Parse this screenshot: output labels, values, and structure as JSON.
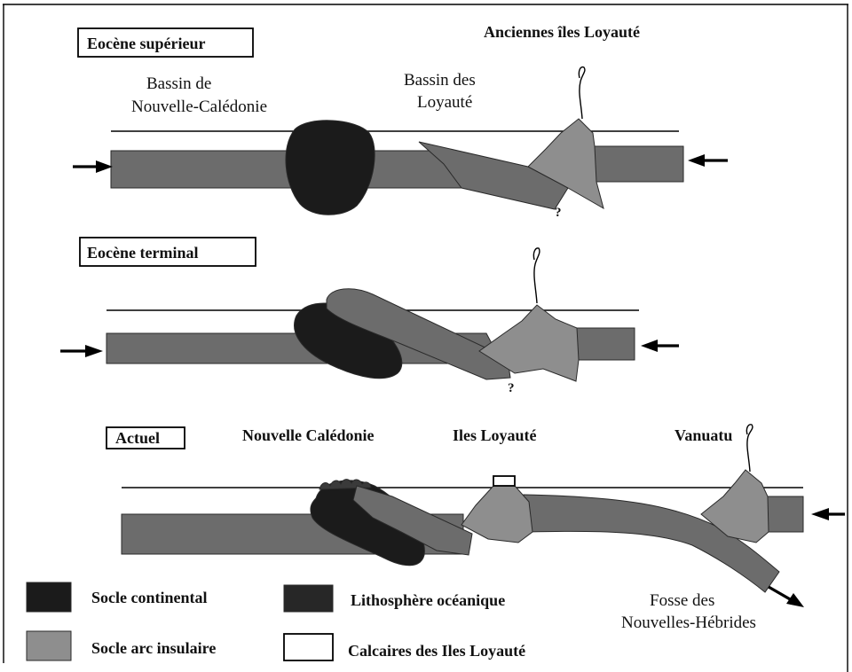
{
  "colors": {
    "continental_basement": "#1b1b1b",
    "oceanic_lithosphere": "#6c6c6c",
    "island_arc_basement": "#8e8e8e",
    "loyalty_limestone": "#ffffff",
    "oceanic_legend_swatch": "#272727",
    "crust_rim": "#3a3a3a"
  },
  "panels": {
    "eocene_superieur": {
      "title": "Eocène supérieur",
      "arc_label": "Anciennes îles Loyauté",
      "nc_basin_line1": "Bassin de",
      "nc_basin_line2": "Nouvelle-Calédonie",
      "loyalty_basin_line1": "Bassin des",
      "loyalty_basin_line2": "Loyauté",
      "uncertain_mark": "?"
    },
    "eocene_terminal": {
      "title": "Eocène terminal",
      "uncertain_mark": "?"
    },
    "actuel": {
      "title": "Actuel",
      "nc_label": "Nouvelle Calédonie",
      "loyalty_label": "Iles Loyauté",
      "vanuatu_label": "Vanuatu",
      "trench_line1": "Fosse des",
      "trench_line2": "Nouvelles-Hébrides"
    }
  },
  "legend": {
    "continental": "Socle continental",
    "oceanic": "Lithosphère océanique",
    "arc": "Socle arc insulaire",
    "limestone": "Calcaires des Iles Loyauté"
  },
  "icons": {
    "convergence_arrow": "arrow-icon",
    "volcanic_plume": "volcanic-plume-icon"
  }
}
